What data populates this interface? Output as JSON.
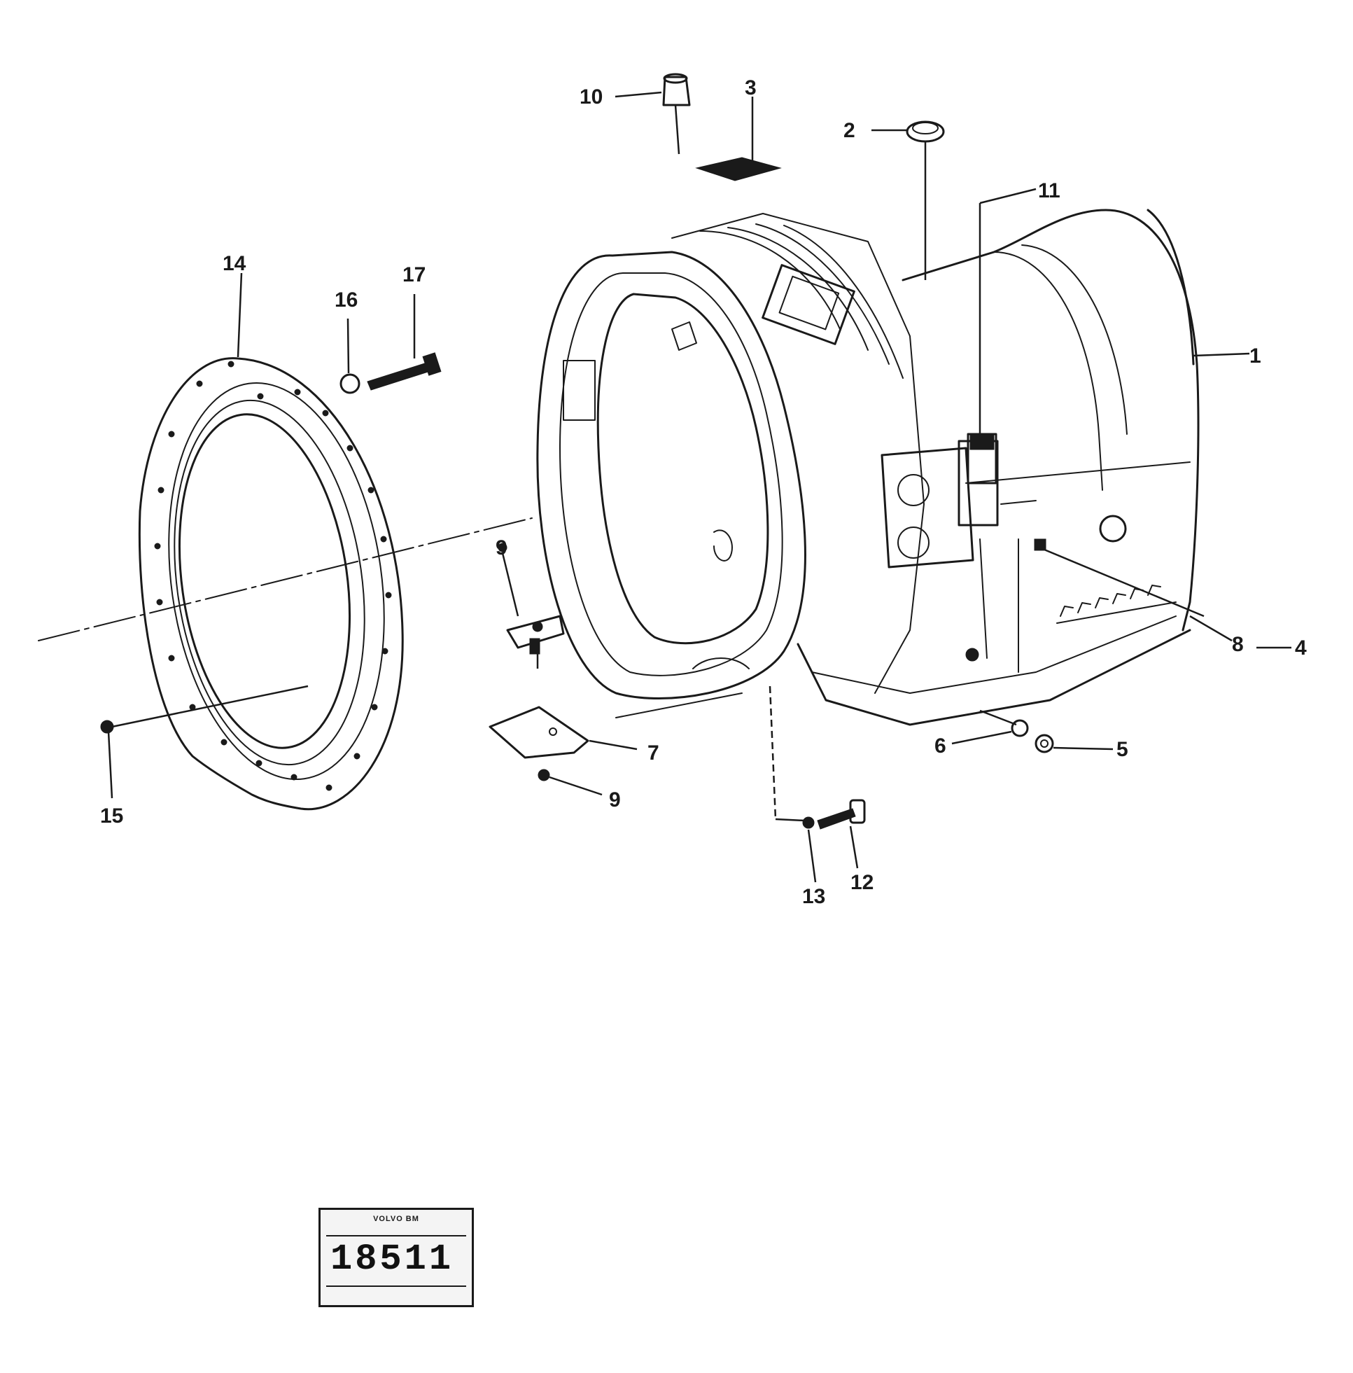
{
  "callouts": {
    "c1": "1",
    "c2": "2",
    "c3": "3",
    "c4": "4",
    "c5": "5",
    "c6": "6",
    "c7": "7",
    "c8": "8",
    "c9": "9",
    "c10": "10",
    "c11": "11",
    "c12": "12",
    "c13": "13",
    "c14": "14",
    "c15": "15",
    "c16": "16",
    "c17": "17"
  },
  "stamp": {
    "top_text": "VOLVO BM",
    "number": "18511",
    "bottom_text": ""
  }
}
